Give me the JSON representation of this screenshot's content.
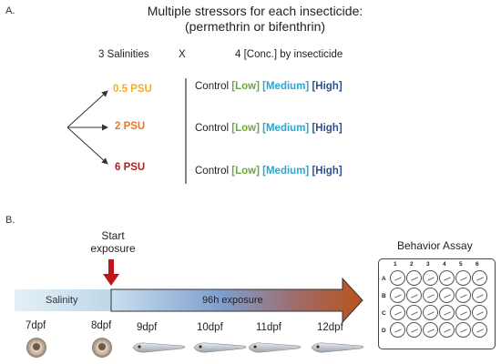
{
  "panel_a": {
    "label": "A.",
    "title_line1": "Multiple stressors for each insecticide:",
    "title_line2": "(permethrin or bifenthrin)",
    "salinities_header": "3 Salinities",
    "times_symbol": "X",
    "conc_header": "4 [Conc.] by insecticide",
    "salinities": [
      {
        "label": "0.5 PSU",
        "color": "#f2b01e"
      },
      {
        "label": "2 PSU",
        "color": "#e6782a"
      },
      {
        "label": "6 PSU",
        "color": "#b51d1d"
      }
    ],
    "concentration_rows": [
      {
        "control": "Control",
        "low": "[Low]",
        "medium": "[Medium]",
        "high": "[High]"
      },
      {
        "control": "Control",
        "low": "[Low]",
        "medium": "[Medium]",
        "high": "[High]"
      },
      {
        "control": "Control",
        "low": "[Low]",
        "medium": "[Medium]",
        "high": "[High]"
      }
    ],
    "colors": {
      "low": "#6aaa3c",
      "medium": "#28a6d6",
      "high": "#2f4f8a"
    }
  },
  "panel_b": {
    "label": "B.",
    "start_line1": "Start",
    "start_line2": "exposure",
    "salinity_bar_label": "Salinity",
    "exposure_label": "96h exposure",
    "days": [
      "7dpf",
      "8dpf",
      "9dpf",
      "10dpf",
      "11dpf",
      "12dpf"
    ],
    "assay_title": "Behavior Assay",
    "plate_columns": [
      "1",
      "2",
      "3",
      "4",
      "5",
      "6"
    ],
    "plate_rows": [
      "A",
      "B",
      "C",
      "D"
    ],
    "colors": {
      "salinity_bar": "#bcd8ea",
      "arrow_start": "#c8e0f0",
      "arrow_mid": "#6f8fc4",
      "arrow_end": "#b8531c",
      "start_arrow": "#c0141b"
    }
  }
}
